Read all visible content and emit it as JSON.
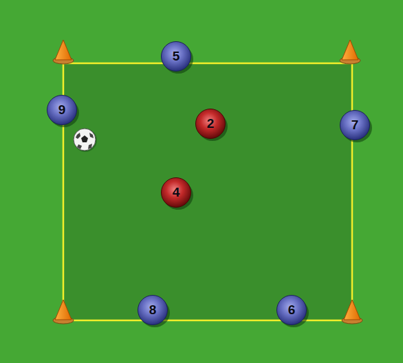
{
  "diagram": {
    "nodes": [
      {
        "text": [
          "5"
        ]
      },
      {
        "text": [
          "9"
        ]
      },
      {
        "text": [
          "2"
        ]
      },
      {
        "text": [
          "7"
        ]
      },
      {
        "text": [
          "4"
        ]
      },
      {
        "text": [
          "8"
        ]
      },
      {
        "text": [
          "6"
        ]
      }
    ]
  }
}
